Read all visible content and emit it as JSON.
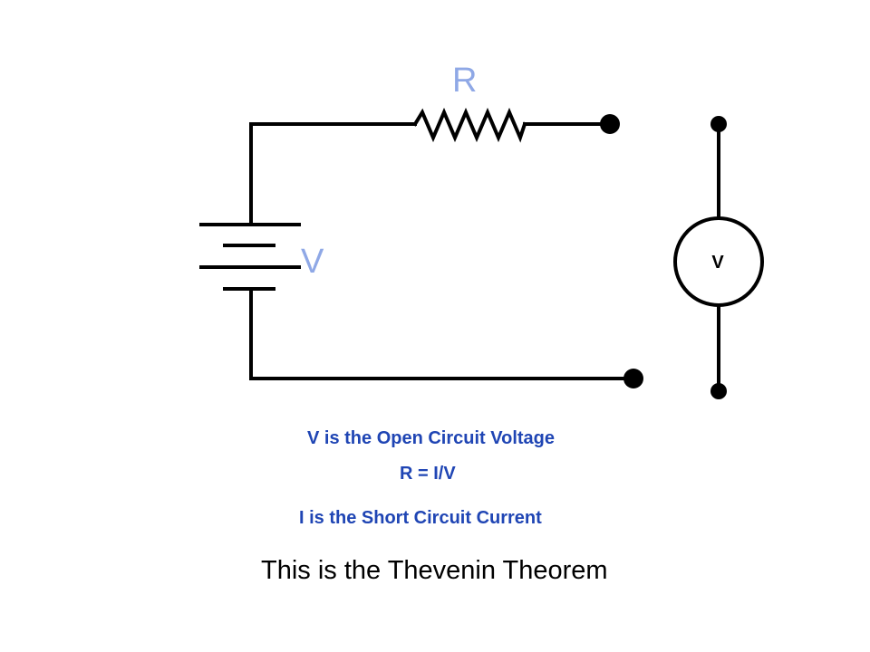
{
  "diagram": {
    "resistor_label": "R",
    "source_label": "V",
    "voltmeter_label": "V",
    "label_color": "#8fa8e6"
  },
  "captions": {
    "open_circuit": "V is the Open Circuit Voltage",
    "resistance": "R = I/V",
    "short_circuit": "I is the Short Circuit Current",
    "color": "#1f45b4"
  },
  "title": "This is the Thevenin Theorem"
}
